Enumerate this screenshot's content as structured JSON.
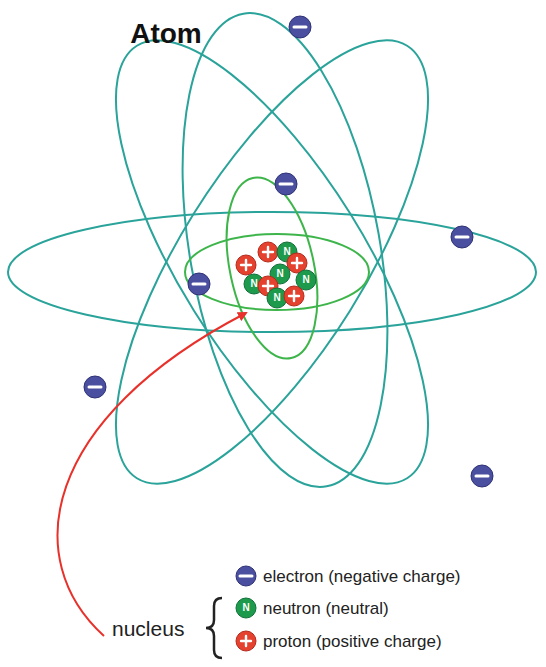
{
  "diagram": {
    "title": "Atom",
    "labels": [
      "nucleus",
      "N",
      "N",
      "N",
      "N",
      "N",
      "N"
    ],
    "legend": [
      {
        "text": "electron (negative charge)"
      },
      {
        "text": "neutron (neutral)"
      },
      {
        "text": "proton (positive charge)"
      }
    ]
  }
}
